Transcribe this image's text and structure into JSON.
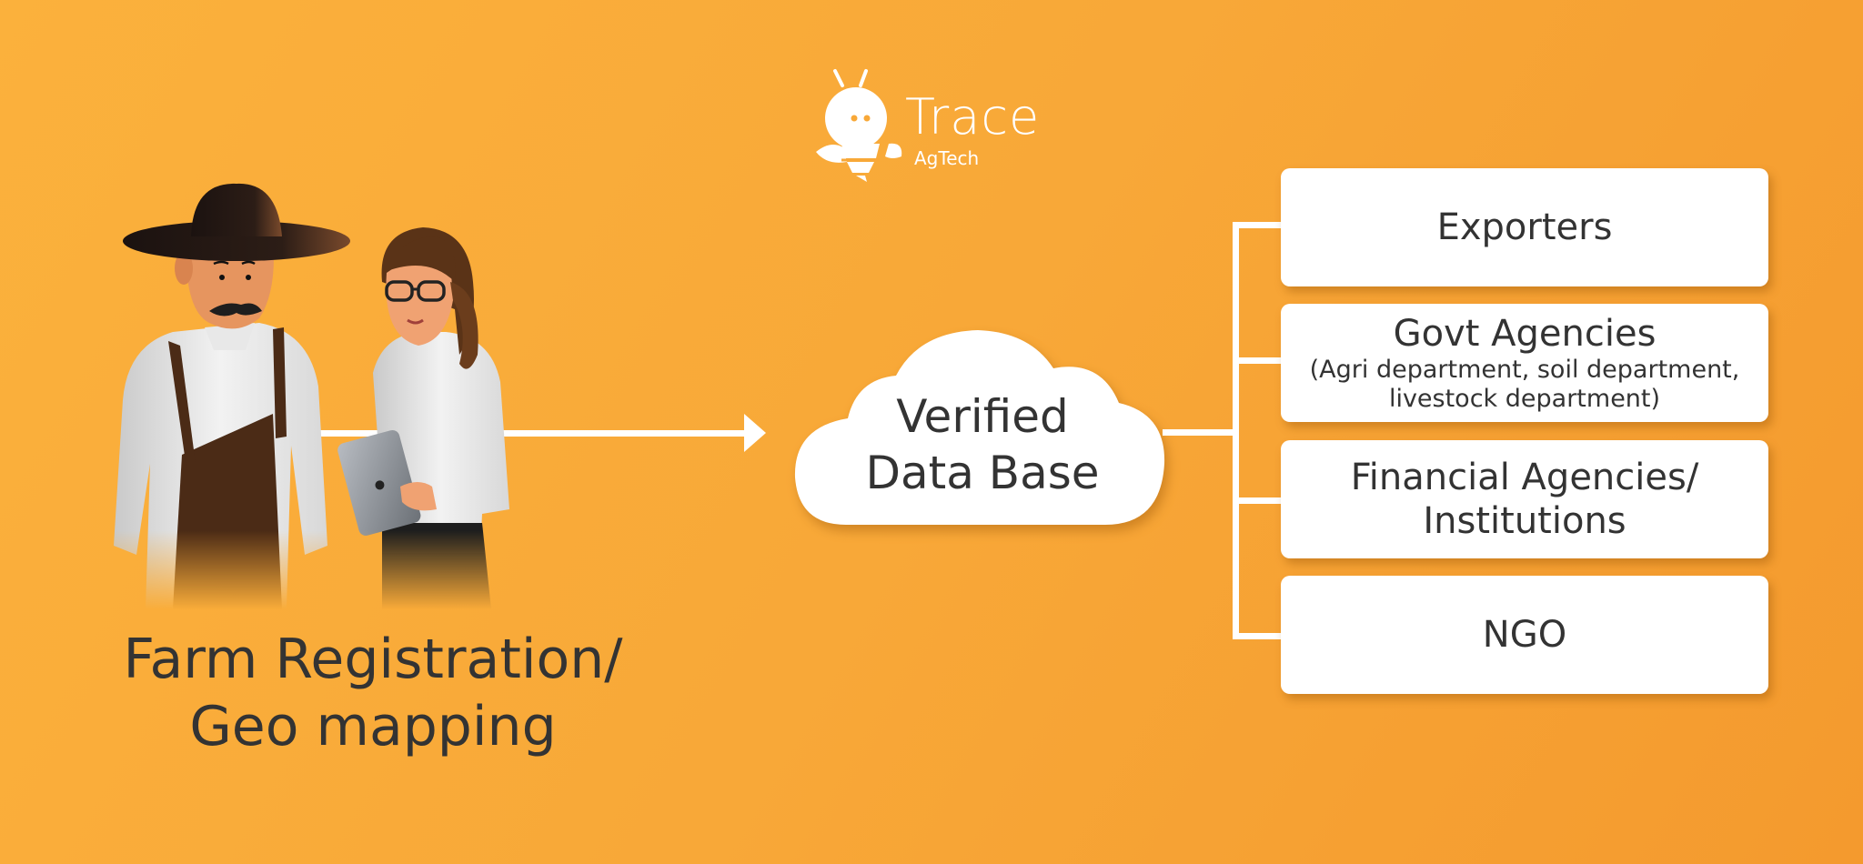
{
  "logo": {
    "wordmark": "Trace",
    "subtitle": "AgTech",
    "icon": "bee-icon"
  },
  "colors": {
    "background_start": "#fbb13c",
    "background_end": "#f49a2e",
    "text": "#333333",
    "card": "#ffffff",
    "connector": "#ffffff"
  },
  "source": {
    "illustration": "farmer-and-field-agent-illustration",
    "title_line1": "Farm Registration/",
    "title_line2": "Geo mapping"
  },
  "hub": {
    "line1": "Verified",
    "line2": "Data Base",
    "icon": "cloud-icon"
  },
  "destinations": [
    {
      "title": "Exporters",
      "subtitle": ""
    },
    {
      "title": "Govt Agencies",
      "subtitle": "(Agri department, soil department,",
      "subtitle2": "livestock department)"
    },
    {
      "title": "Financial Agencies/",
      "title2": "Institutions"
    },
    {
      "title": "NGO"
    }
  ]
}
